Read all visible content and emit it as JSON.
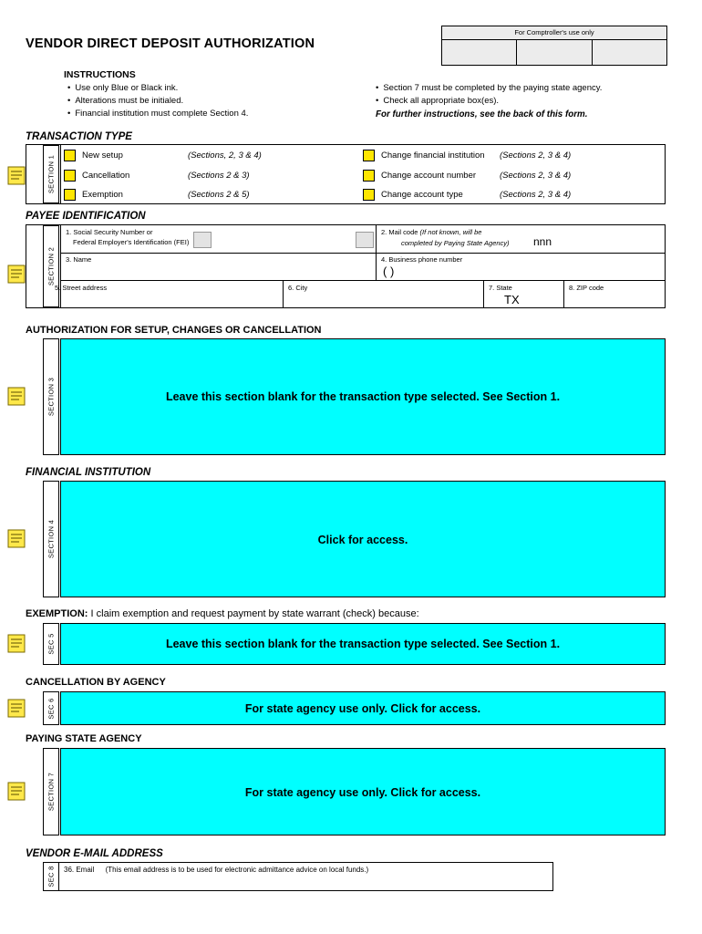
{
  "document": {
    "title": "VENDOR DIRECT DEPOSIT AUTHORIZATION",
    "comptroller_label": "For Comptroller's use only"
  },
  "instructions": {
    "heading": "INSTRUCTIONS",
    "left": [
      "Use only Blue or Black ink.",
      "Alterations must be initialed.",
      "Financial institution must complete Section 4."
    ],
    "right": [
      "Section 7 must be completed by the paying state agency.",
      "Check all appropriate box(es)."
    ],
    "footer": "For further instructions, see the back of this form."
  },
  "section1": {
    "heading": "TRANSACTION TYPE",
    "tab": "SECTION 1",
    "options": [
      {
        "label": "New setup",
        "note": "(Sections, 2, 3 & 4)"
      },
      {
        "label": "Cancellation",
        "note": "(Sections 2 & 3)"
      },
      {
        "label": "Exemption",
        "note": "(Sections 2 & 5)"
      },
      {
        "label": "Change financial institution",
        "note": "(Sections 2, 3 & 4)"
      },
      {
        "label": "Change account number",
        "note": "(Sections 2, 3 & 4)"
      },
      {
        "label": "Change account type",
        "note": "(Sections 2, 3 & 4)"
      }
    ]
  },
  "section2": {
    "heading": "PAYEE IDENTIFICATION",
    "tab": "SECTION 2",
    "f1_line1": "1. Social Security Number or",
    "f1_line2": "Federal Employer's Identification (FEI)",
    "f2_line1": "2. Mail code",
    "f2_line1_i": "(If not known, will be",
    "f2_line2_i": "completed by Paying State Agency)",
    "f2_value": "nnn",
    "f3": "3. Name",
    "f4": "4. Business phone number",
    "f4_value": "(               )",
    "f5": "5. Street address",
    "f6": "6. City",
    "f7": "7. State",
    "f7_value": "TX",
    "f8": "8. ZIP code"
  },
  "section3": {
    "heading": "AUTHORIZATION FOR SETUP, CHANGES OR CANCELLATION",
    "tab": "SECTION 3",
    "body": "Leave this section blank for the transaction type selected.  See Section 1."
  },
  "section4": {
    "heading": "FINANCIAL INSTITUTION",
    "tab": "SECTION 4",
    "body": "Click for access."
  },
  "section5": {
    "heading_bold": "EXEMPTION:",
    "heading_rest": "I claim exemption and request payment by state warrant (check) because:",
    "tab": "SEC 5",
    "body": "Leave this section blank for the transaction type selected.  See Section 1."
  },
  "section6": {
    "heading": "CANCELLATION BY AGENCY",
    "tab": "SEC 6",
    "body": "For state agency use only.  Click for access."
  },
  "section7": {
    "heading": "PAYING STATE AGENCY",
    "tab": "SECTION 7",
    "body": "For state agency use only.  Click for access."
  },
  "section8": {
    "heading": "VENDOR E-MAIL ADDRESS",
    "tab": "SEC 8",
    "field_label": "36.  Email",
    "field_note": "(This email address is to be used for electronic admittance advice on local funds.)"
  },
  "colors": {
    "cyan_fill": "#00ffff",
    "checkbox_yellow": "#ffe600",
    "grey_fill": "#e3e3e3",
    "header_grey": "#ececec"
  }
}
